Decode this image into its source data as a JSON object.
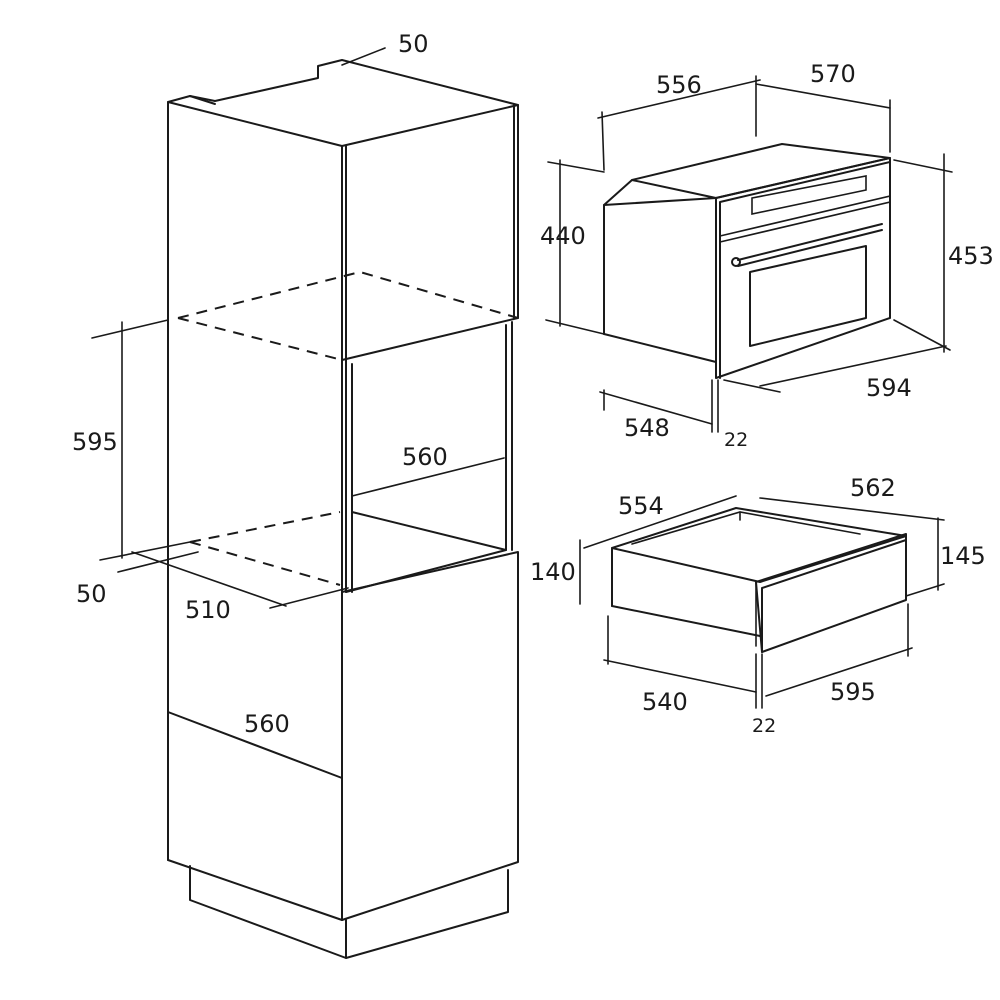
{
  "cabinet": {
    "dims": {
      "top_gap": "50",
      "niche_height": "595",
      "niche_width": "560",
      "base_gap": "50",
      "niche_depth": "510",
      "lower_width": "560"
    }
  },
  "oven": {
    "dims": {
      "body_depth": "556",
      "overall_depth": "570",
      "body_height": "440",
      "front_height": "453",
      "bottom_depth": "548",
      "front_thickness": "22",
      "front_width": "594"
    }
  },
  "drawer": {
    "dims": {
      "body_depth": "554",
      "overall_depth": "562",
      "body_height": "140",
      "front_height": "145",
      "bottom_depth": "540",
      "front_thickness": "22",
      "front_width": "595"
    }
  }
}
